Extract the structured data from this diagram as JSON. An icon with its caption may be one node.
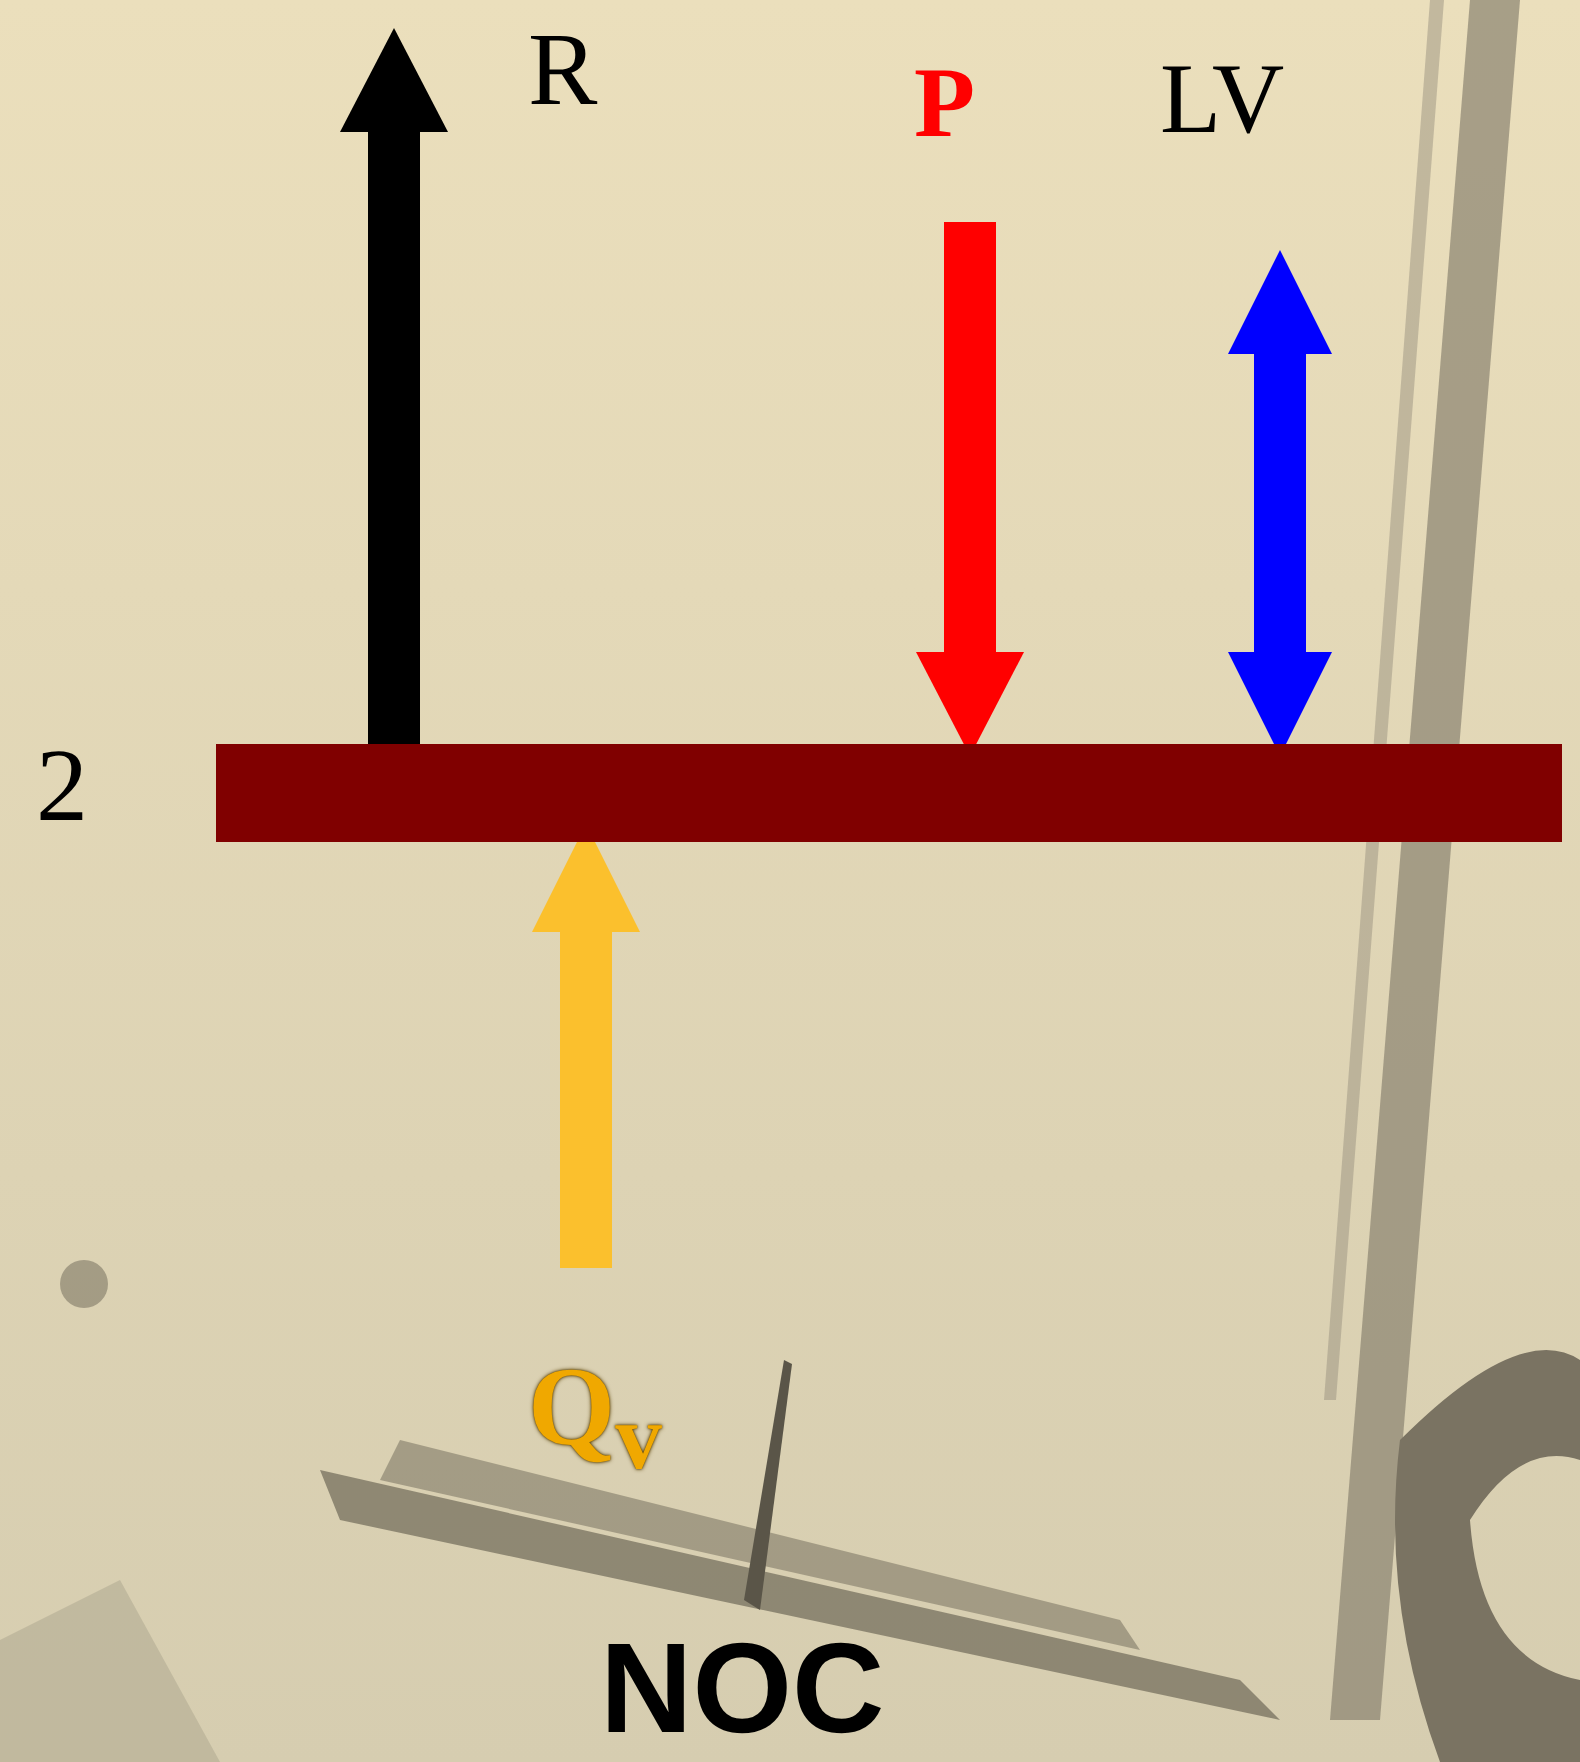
{
  "diagram": {
    "nodes": [
      {
        "text": [],
        "shape": "bar",
        "beside": [
          "2"
        ]
      }
    ],
    "labels": [
      "R",
      "P",
      "LV",
      "Q$_{v}$",
      "NOC"
    ]
  }
}
